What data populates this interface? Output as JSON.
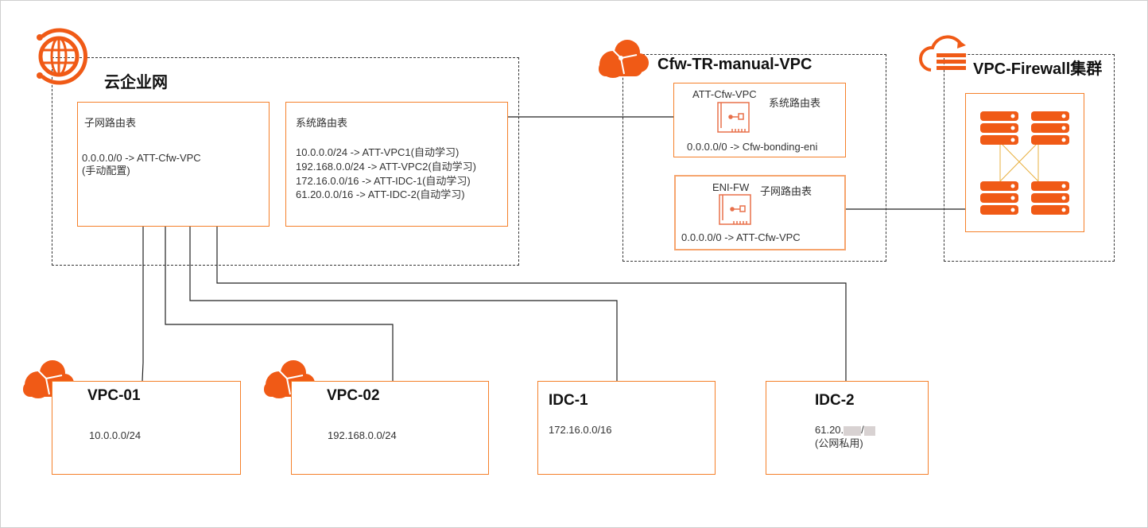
{
  "cen": {
    "title": "云企业网",
    "subnet_table": {
      "heading": "子网路由表",
      "lines": [
        "0.0.0.0/0 -> ATT-Cfw-VPC",
        "(手动配置)"
      ]
    },
    "system_table": {
      "heading": "系统路由表",
      "lines": [
        "10.0.0.0/24 -> ATT-VPC1(自动学习)",
        "192.168.0.0/24 -> ATT-VPC2(自动学习)",
        "172.16.0.0/16 -> ATT-IDC-1(自动学习)",
        "61.20.0.0/16 -> ATT-IDC-2(自动学习)"
      ]
    }
  },
  "cfw_vpc": {
    "title": "Cfw-TR-manual-VPC",
    "att": {
      "name": "ATT-Cfw-VPC",
      "table": "系统路由表",
      "route": "0.0.0.0/0 -> Cfw-bonding-eni"
    },
    "eni": {
      "name": "ENI-FW",
      "table": "子网路由表",
      "route": "0.0.0.0/0 -> ATT-Cfw-VPC"
    }
  },
  "firewall": {
    "title": "VPC-Firewall集群"
  },
  "nodes": [
    {
      "title": "VPC-01",
      "cidr": "10.0.0.0/24"
    },
    {
      "title": "VPC-02",
      "cidr": "192.168.0.0/24"
    },
    {
      "title": "IDC-1",
      "cidr": "172.16.0.0/16"
    },
    {
      "title": "IDC-2",
      "cidr_prefix": "61.20.",
      "cidr_sep": "/",
      "note": "(公网私用)"
    }
  ],
  "colors": {
    "accent": "#f05a16",
    "border": "#f5802a",
    "link": "#e0b040"
  }
}
